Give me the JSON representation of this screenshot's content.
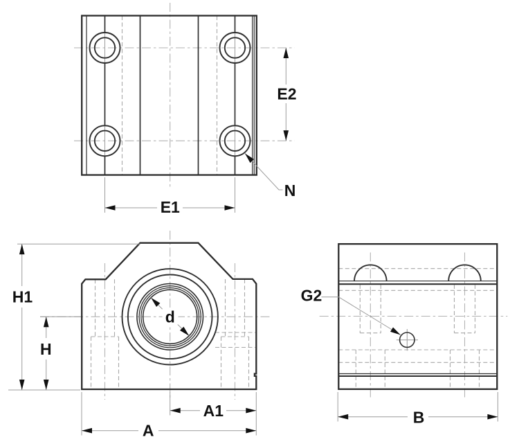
{
  "drawing": {
    "kind": "engineering-drawing-3-views",
    "colors": {
      "background": "#ffffff",
      "outline": "#2b2b2b",
      "solid_line": "#2f2f2f",
      "hidden_line": "#a8a8a8",
      "centerline": "#b3b3b3",
      "dimension_line": "#9c9c9c",
      "text_and_arrows": "#111111"
    },
    "views": {
      "top": {
        "dim_labels": {
          "e1": "E1",
          "e2": "E2"
        },
        "callout_labels": {
          "n": "N"
        }
      },
      "front": {
        "dim_labels": {
          "h1": "H1",
          "h": "H",
          "d": "d",
          "a": "A",
          "a1": "A1"
        }
      },
      "side": {
        "dim_labels": {
          "b": "B"
        },
        "callout_labels": {
          "g2": "G2"
        }
      }
    }
  }
}
